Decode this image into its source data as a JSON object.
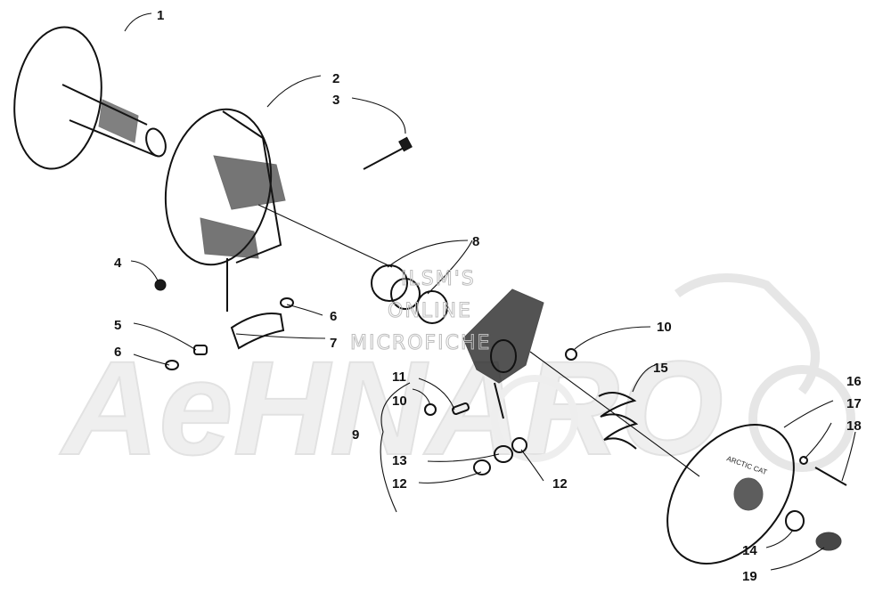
{
  "diagram": {
    "callouts": [
      "1",
      "2",
      "3",
      "4",
      "5",
      "6",
      "6",
      "7",
      "8",
      "9",
      "10",
      "10",
      "11",
      "12",
      "12",
      "13",
      "14",
      "15",
      "16",
      "17",
      "18",
      "19"
    ],
    "watermark_lines": [
      "ILSM'S",
      "ONLINE",
      "MICROFICHE"
    ],
    "watermark_logo": "AeHNARO",
    "part_stamp": "ARCTIC CAT"
  }
}
